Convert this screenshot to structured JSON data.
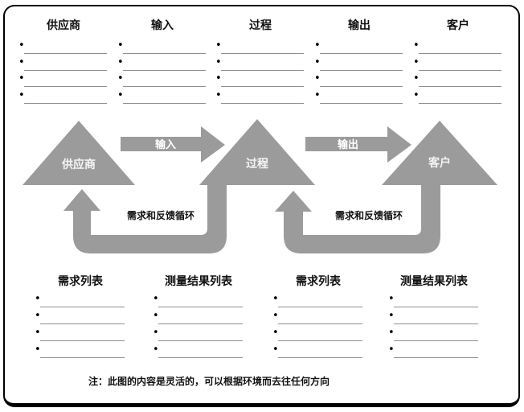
{
  "icons": {
    "bullet": "•"
  },
  "colors": {
    "shape_gray": "#9b9b9b",
    "underline_gray": "#8f8f8f",
    "text": "#111111",
    "label_on_gray": "#f5f5f5"
  },
  "top_section": {
    "columns": [
      {
        "header": "供应商",
        "items": [
          "",
          "",
          "",
          ""
        ]
      },
      {
        "header": "输入",
        "items": [
          "",
          "",
          "",
          ""
        ]
      },
      {
        "header": "过程",
        "items": [
          "",
          "",
          "",
          ""
        ]
      },
      {
        "header": "输出",
        "items": [
          "",
          "",
          "",
          ""
        ]
      },
      {
        "header": "客户",
        "items": [
          "",
          "",
          "",
          ""
        ]
      }
    ]
  },
  "diagram": {
    "supplier_triangle_label": "供应商",
    "process_triangle_label": "过程",
    "customer_triangle_label": "客户",
    "input_arrow_label": "输入",
    "output_arrow_label": "输出",
    "feedback_loop_left_label": "需求和反馈循环",
    "feedback_loop_right_label": "需求和反馈循环"
  },
  "bottom_section": {
    "columns": [
      {
        "header": "需求列表",
        "items": [
          "",
          "",
          "",
          ""
        ]
      },
      {
        "header": "测量结果列表",
        "items": [
          "",
          "",
          "",
          ""
        ]
      },
      {
        "header": "需求列表",
        "items": [
          "",
          "",
          "",
          ""
        ]
      },
      {
        "header": "测量结果列表",
        "items": [
          "",
          "",
          "",
          ""
        ]
      }
    ]
  },
  "note": "注：此图的内容是灵活的，可以根据环境而去往任何方向"
}
